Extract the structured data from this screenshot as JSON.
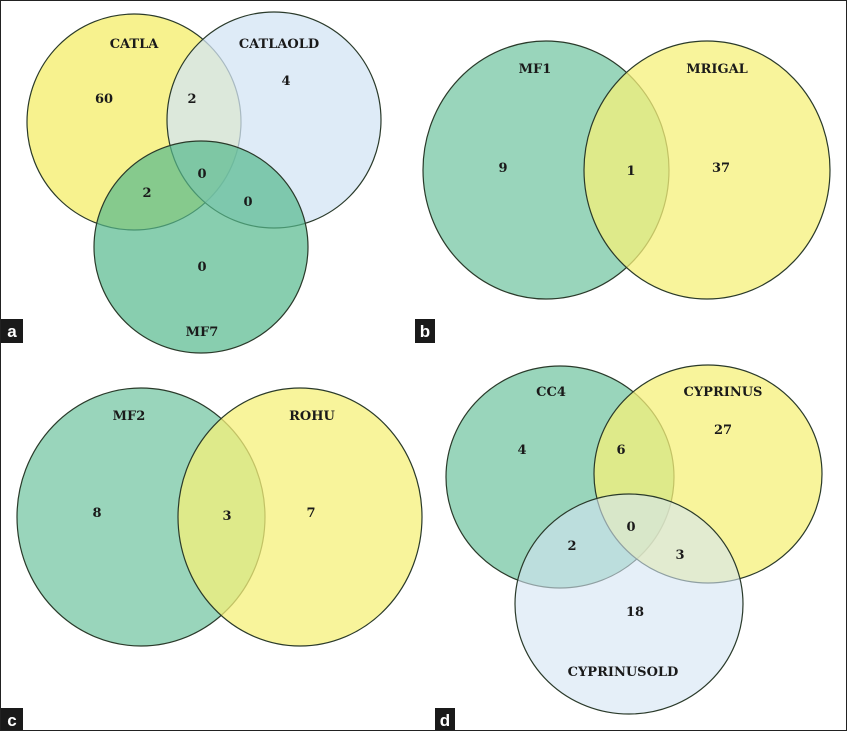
{
  "colors": {
    "yellow": "#f6f07a",
    "green": "#55b98d",
    "blue": "#d3e4f4"
  },
  "panels": [
    {
      "tag": "a",
      "sets": [
        "CATLA",
        "CATLAOLD",
        "MF7"
      ],
      "counts": {
        "catla_only": "60",
        "catla_catlaold": "2",
        "catlaold_only": "4",
        "all": "0",
        "catla_mf7": "2",
        "catlaold_mf7": "0",
        "mf7_only": "0"
      }
    },
    {
      "tag": "b",
      "sets": [
        "MF1",
        "MRIGAL"
      ],
      "counts": {
        "mf1_only": "9",
        "both": "1",
        "mrigal_only": "37"
      }
    },
    {
      "tag": "c",
      "sets": [
        "MF2",
        "ROHU"
      ],
      "counts": {
        "mf2_only": "8",
        "both": "3",
        "rohu_only": "7"
      }
    },
    {
      "tag": "d",
      "sets": [
        "CC4",
        "CYPRINUS",
        "CYPRINUSOLD"
      ],
      "counts": {
        "cc4_only": "4",
        "cc4_cyprinus": "6",
        "cyprinus_only": "27",
        "all": "0",
        "cc4_cyprinusold": "2",
        "cyprinus_cyprinusold": "3",
        "cyprinusold_only": "18"
      }
    }
  ]
}
